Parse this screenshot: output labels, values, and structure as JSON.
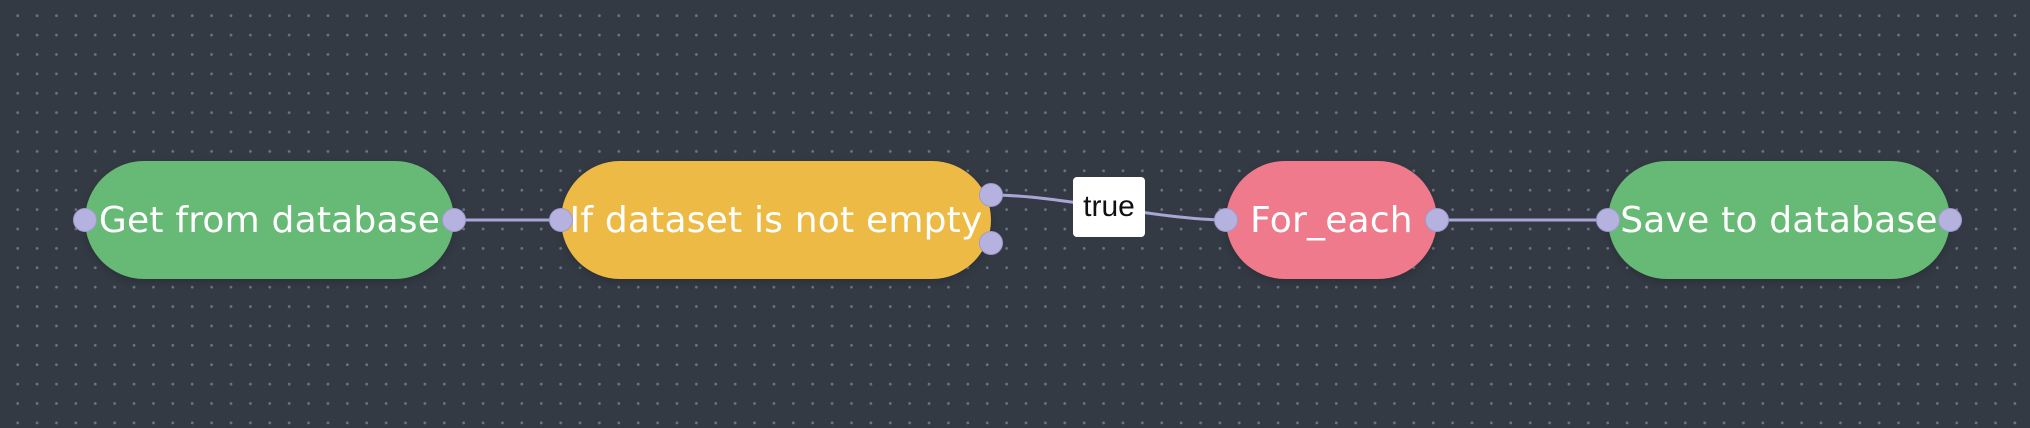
{
  "colors": {
    "background": "#343a44",
    "grid_dot": "#6b7482",
    "edge": "#a9a6d6",
    "handle": "#b6b2e0",
    "node_green": "#67ba76",
    "node_yellow": "#edbb45",
    "node_pink": "#ef7a8b",
    "label_bg": "#ffffff"
  },
  "nodes": [
    {
      "id": "get",
      "label": "Get from database",
      "color": "#67ba76"
    },
    {
      "id": "if",
      "label": "If dataset is not empty",
      "color": "#edbb45"
    },
    {
      "id": "foreach",
      "label": "For_each",
      "color": "#ef7a8b"
    },
    {
      "id": "save",
      "label": "Save to database",
      "color": "#67ba76"
    }
  ],
  "edges": [
    {
      "from": "get",
      "to": "if",
      "label": ""
    },
    {
      "from": "if",
      "to": "foreach",
      "label": "true",
      "source_handle": "true"
    },
    {
      "from": "foreach",
      "to": "save",
      "label": ""
    }
  ]
}
